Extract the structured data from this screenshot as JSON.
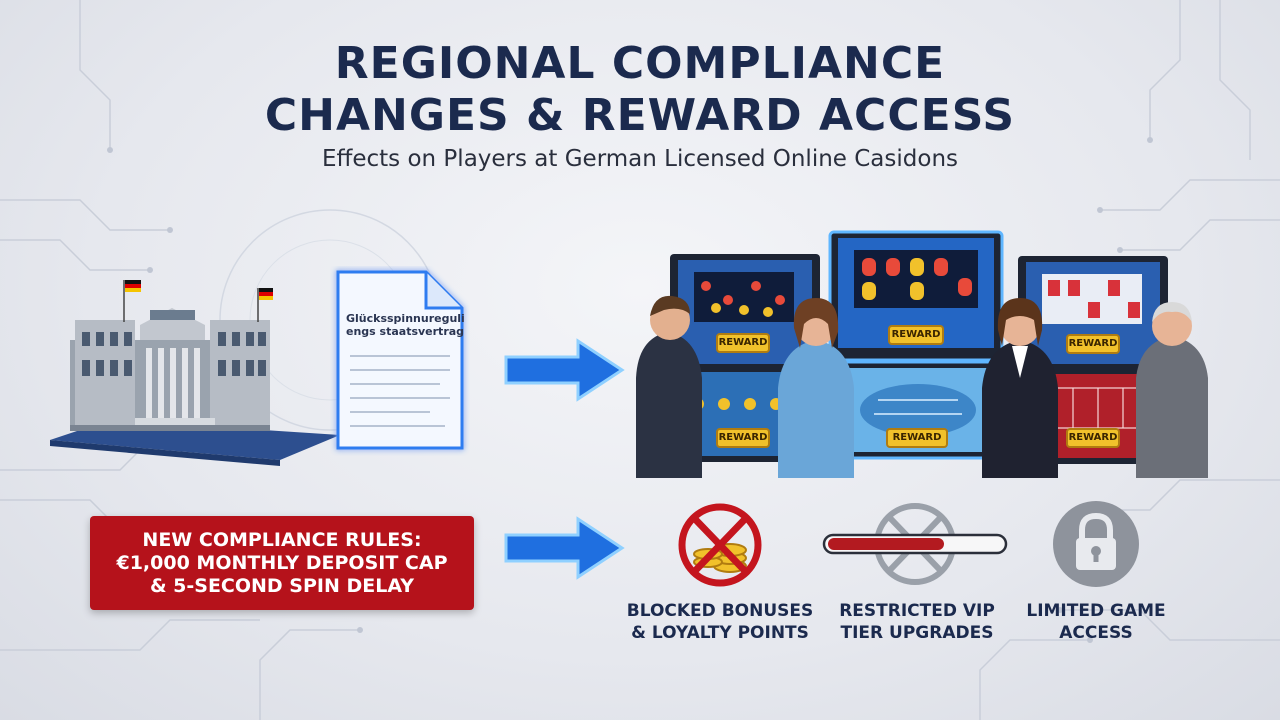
{
  "header": {
    "title_line1": "REGIONAL COMPLIANCE",
    "title_line2": "CHANGES & REWARD ACCESS",
    "subtitle": "Effects on Players at German Licensed Online Casidons"
  },
  "document": {
    "heading": "Glücksspinnureguliengs staatsvertrag"
  },
  "rules": {
    "line1": "NEW COMPLIANCE RULES:",
    "line2": "€1,000 MONTHLY DEPOSIT CAP",
    "line3": "& 5-SECOND SPIN DELAY"
  },
  "screens": {
    "reward_label": "REWARD"
  },
  "effects": [
    {
      "icon": "blocked-coins-icon",
      "line1": "BLOCKED BONUSES",
      "line2": "& LOYALTY POINTS"
    },
    {
      "icon": "blocked-progress-icon",
      "line1": "RESTRICTED VIP",
      "line2": "TIER UPGRADES"
    },
    {
      "icon": "padlock-icon",
      "line1": "LIMITED GAME",
      "line2": "ACCESS"
    }
  ],
  "colors": {
    "navy": "#1b2a4e",
    "alert_red": "#b5121b",
    "arrow_blue": "#1f6fe0",
    "gold": "#f1c12b"
  }
}
